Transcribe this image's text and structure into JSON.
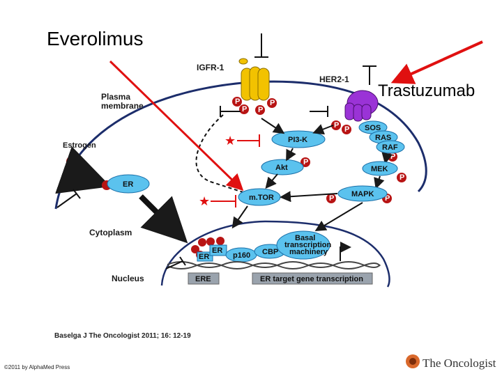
{
  "drug_labels": {
    "everolimus": "Everolimus",
    "trastuzumab": "Trastuzumab"
  },
  "receptors": {
    "igfr1": "IGFR-1",
    "her2": "HER2-1"
  },
  "compartments": {
    "plasma_membrane": "Plasma membrane",
    "cytoplasm": "Cytoplasm",
    "nucleus": "Nucleus"
  },
  "ligand": "Estrogen",
  "nodes": {
    "pi3k": "PI3-K",
    "akt": "Akt",
    "mtor": "m.TOR",
    "er": "ER",
    "sos": "SOS",
    "ras": "RAS",
    "raf": "RAF",
    "mek": "MEK",
    "mapk": "MAPK",
    "er_complex_1": "ER",
    "er_complex_2": "ER",
    "p160": "p160",
    "cbp": "CBP",
    "basal_machinery": [
      "Basal",
      "transcription",
      "machinery"
    ],
    "ere": "ERE",
    "er_target": "ER target gene transcription"
  },
  "phospho_label": "P",
  "citation": "Baselga J The Oncologist 2011; 16: 12-19",
  "copyright": "©2011 by AlphaMed Press",
  "logo_text": "The Oncologist",
  "colors": {
    "receptor_yellow": "#f2c200",
    "receptor_purple": "#9a33d6",
    "node_blue": "#5bc2ee",
    "phospho_red": "#b81414",
    "arrow_red": "#e01010",
    "ere_gray": "#9aa3ad",
    "cell_line": "#1c2d6b"
  }
}
